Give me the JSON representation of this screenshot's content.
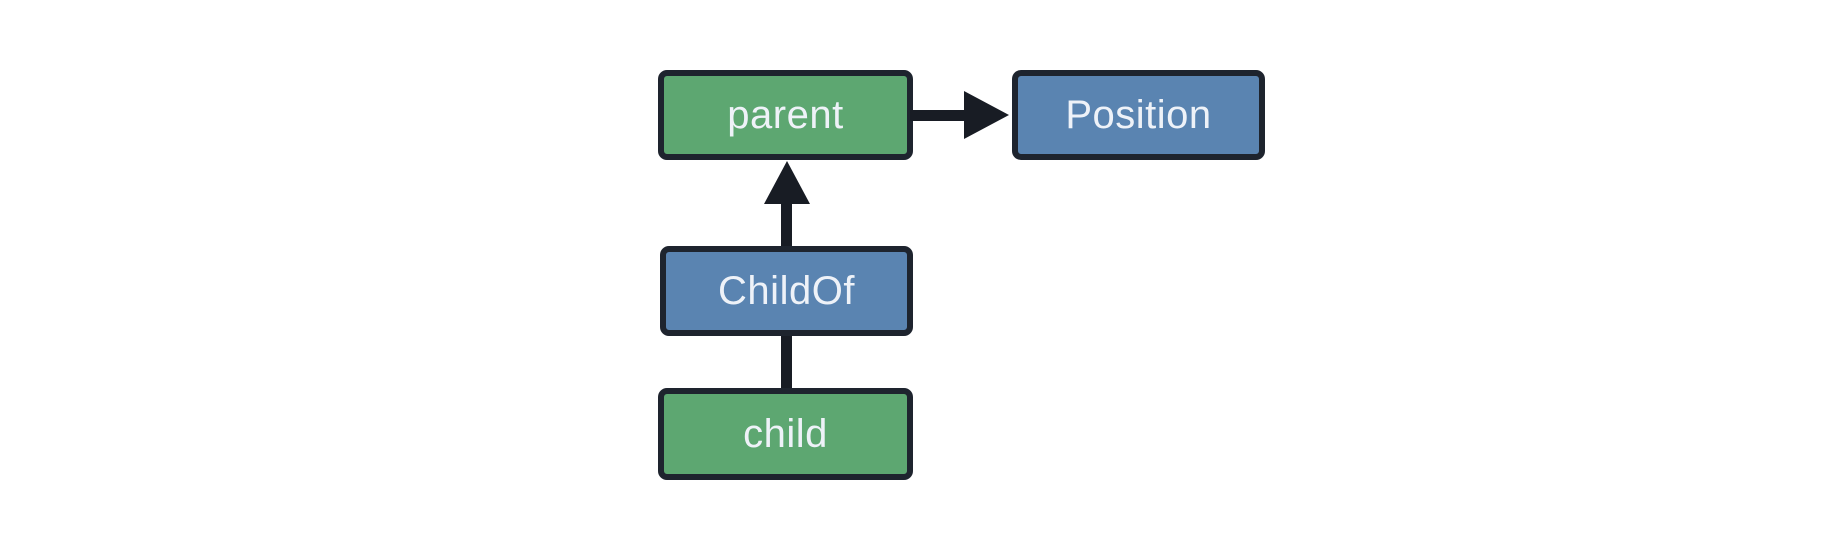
{
  "diagram": {
    "type": "entity-relationship-graph",
    "nodes": [
      {
        "id": "parent",
        "label": "parent",
        "fill": "#5da771"
      },
      {
        "id": "position",
        "label": "Position",
        "fill": "#5a84b1"
      },
      {
        "id": "childof",
        "label": "ChildOf",
        "fill": "#5a84b1"
      },
      {
        "id": "child",
        "label": "child",
        "fill": "#5da771"
      }
    ],
    "edges": [
      {
        "from": "parent",
        "to": "Position",
        "style": "arrow",
        "direction": "right"
      },
      {
        "from": "ChildOf",
        "to": "parent",
        "style": "arrow",
        "direction": "up"
      },
      {
        "from": "child",
        "to": "ChildOf",
        "style": "line",
        "direction": "up"
      }
    ],
    "colors": {
      "entity_fill": "#5da771",
      "component_fill": "#5a84b1",
      "node_border": "#1e242e",
      "arrow": "#181c24",
      "label_text": "#eef2f8",
      "background": "#ffffff"
    }
  }
}
